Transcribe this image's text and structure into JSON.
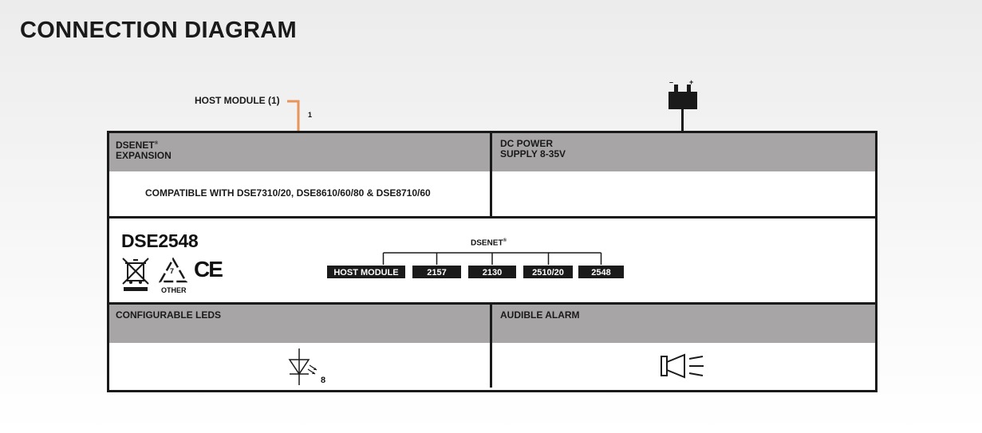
{
  "title": "CONNECTION DIAGRAM",
  "host_module": {
    "label": "HOST MODULE (1)",
    "pin": "1"
  },
  "battery": {
    "minus": "–",
    "plus": "+"
  },
  "sections": {
    "dsenet_expansion": {
      "line1": "DSENET",
      "line2": "EXPANSION",
      "reg": "®",
      "body": "COMPATIBLE WITH DSE7310/20, DSE8610/60/80 & DSE8710/60"
    },
    "dc_power": {
      "line1": "DC POWER",
      "line2": "SUPPLY 8-35V"
    },
    "configurable_leds": {
      "label": "CONFIGURABLE LEDS",
      "count": "8"
    },
    "audible_alarm": {
      "label": "AUDIBLE ALARM"
    }
  },
  "model": "DSE2548",
  "recycle": {
    "number": "7",
    "label": "OTHER"
  },
  "ce_mark": "CE",
  "dsenet_bus": {
    "title": "DSENET",
    "reg": "®",
    "nodes": [
      "HOST MODULE",
      "2157",
      "2130",
      "2510/20",
      "2548"
    ]
  },
  "colors": {
    "header_gray": "#a7a5a6",
    "outline": "#1a1a1a",
    "host_wire": "#e8945a"
  }
}
